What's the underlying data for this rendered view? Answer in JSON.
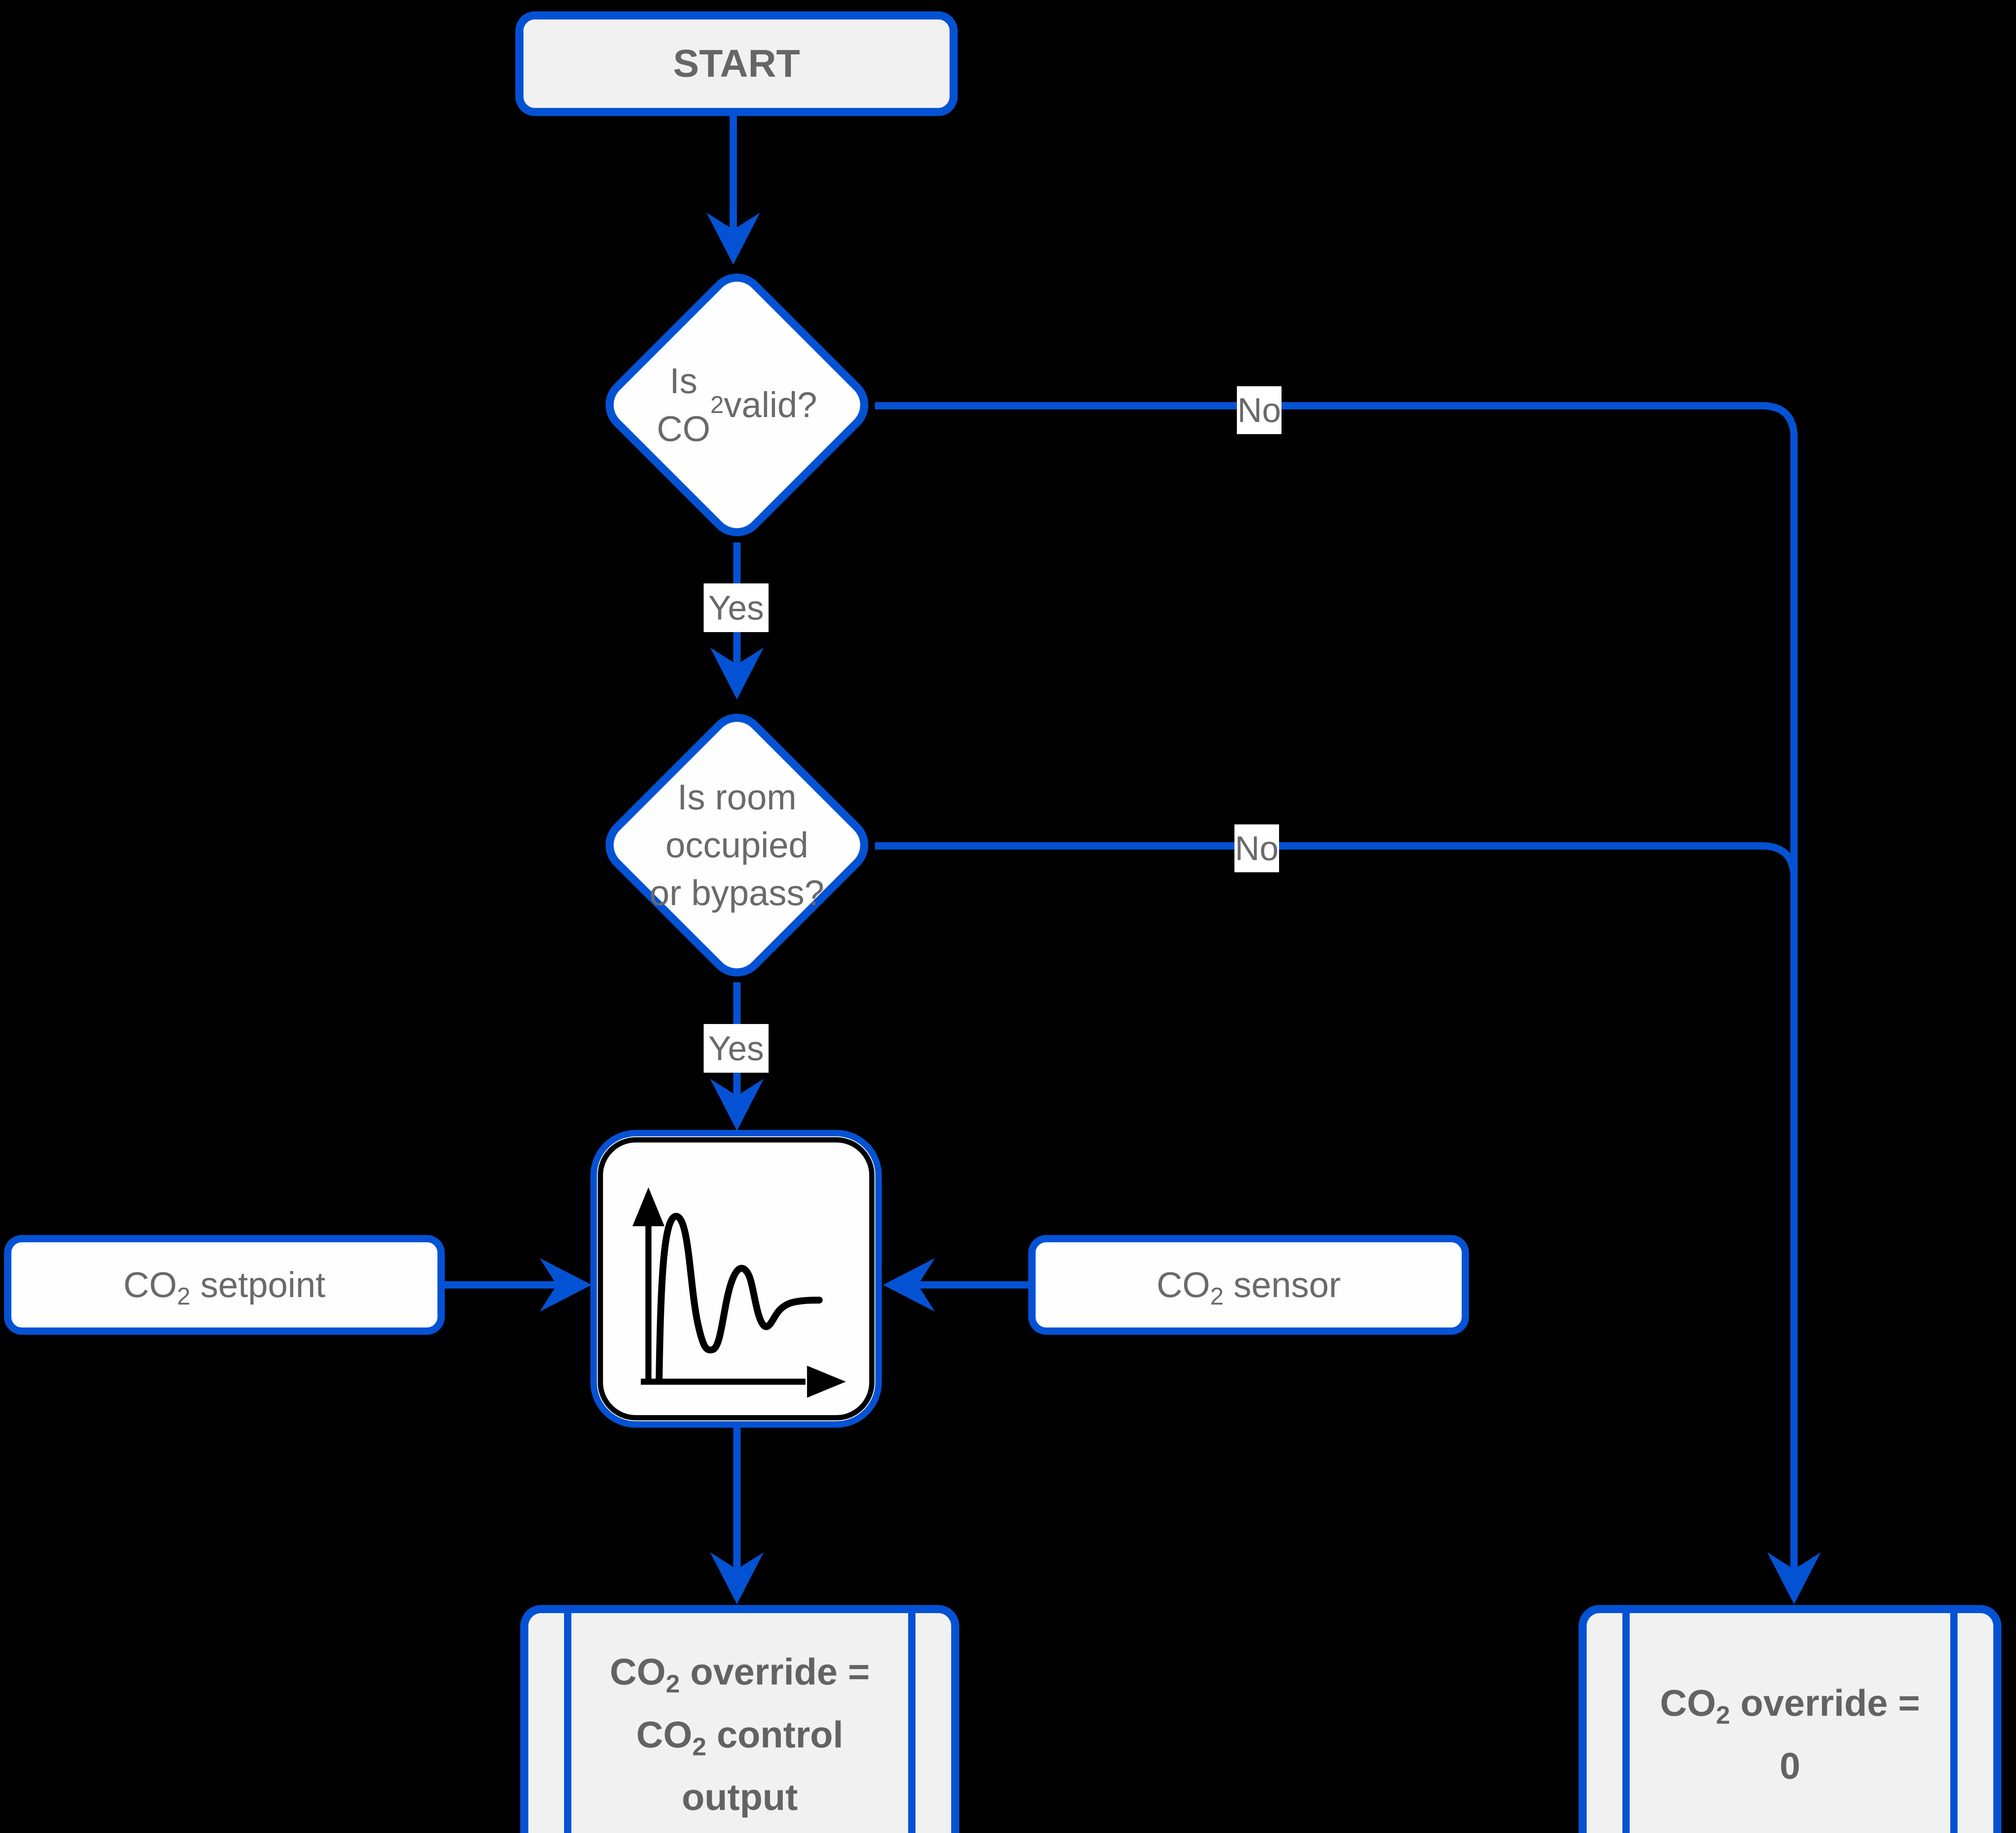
{
  "colors": {
    "background": "#000000",
    "accent_blue": "#0452d4",
    "shape_fill_light_gray": "#f1f1f2",
    "shape_fill_white": "#fefefe",
    "text_gray": "#676767"
  },
  "flowchart": {
    "start": {
      "label": "START"
    },
    "decision_co2_valid": {
      "label": "Is CO2 valid?",
      "yes_label": "Yes",
      "no_label": "No"
    },
    "decision_room_occupied": {
      "label": "Is room occupied or bypass?",
      "yes_label": "Yes",
      "no_label": "No"
    },
    "controller": {
      "icon": "pid-response-graph-icon"
    },
    "inputs": {
      "setpoint_label": "CO2 setpoint",
      "sensor_label": "CO2 sensor"
    },
    "outputs": {
      "control_output_lines": [
        "CO2 override =",
        "CO2 control",
        "output"
      ],
      "zero_lines": [
        "CO2 override =",
        "0"
      ]
    }
  }
}
